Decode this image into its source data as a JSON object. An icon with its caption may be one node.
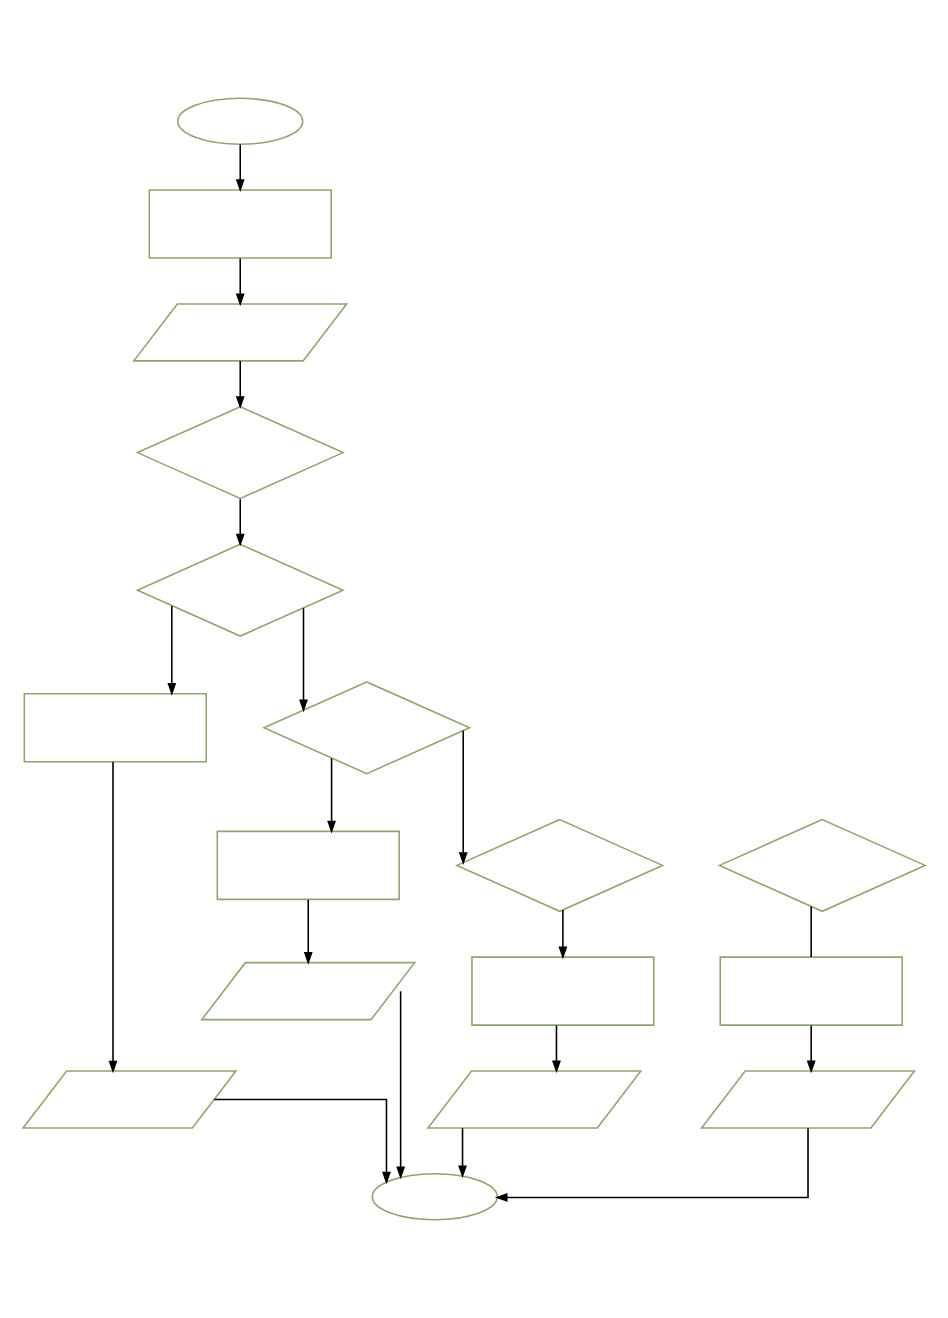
{
  "diagram": {
    "nodes": [
      {
        "text": [],
        "shape": "oval"
      },
      {
        "text": [],
        "shape": "box"
      },
      {
        "text": [],
        "shape": "parallelogram"
      },
      {
        "text": [],
        "shape": "diamond"
      },
      {
        "text": [],
        "shape": "diamond"
      },
      {
        "text": [],
        "shape": "box"
      },
      {
        "text": [],
        "shape": "parallelogram"
      },
      {
        "text": [],
        "shape": "diamond"
      },
      {
        "text": [],
        "shape": "diamond"
      },
      {
        "text": [],
        "shape": "box"
      },
      {
        "text": [],
        "shape": "parallelogram"
      },
      {
        "text": [],
        "shape": "diamond"
      },
      {
        "text": [],
        "shape": "box"
      },
      {
        "text": [],
        "shape": "parallelogram"
      },
      {
        "text": [],
        "shape": "box"
      },
      {
        "text": [],
        "shape": "parallelogram"
      },
      {
        "text": [],
        "shape": "oval"
      }
    ],
    "edges": [
      {
        "from": 0,
        "to": 1,
        "arrow": "to"
      },
      {
        "from": 1,
        "to": 2,
        "arrow": "to"
      },
      {
        "from": 2,
        "to": 3,
        "arrow": "to"
      },
      {
        "from": 3,
        "to": 4,
        "arrow": "to"
      },
      {
        "from": 4,
        "to": 5,
        "arrow": "to"
      },
      {
        "from": 5,
        "to": 6,
        "arrow": "to"
      },
      {
        "from": 4,
        "to": 8,
        "arrow": "to"
      },
      {
        "from": 8,
        "to": 9,
        "arrow": "to"
      },
      {
        "from": 9,
        "to": 10,
        "arrow": "to"
      },
      {
        "from": 8,
        "to": 11,
        "arrow": "to"
      },
      {
        "from": 11,
        "to": 12,
        "arrow": "to"
      },
      {
        "from": 12,
        "to": 13,
        "arrow": "to"
      },
      {
        "from": 7,
        "to": 14,
        "arrow": "none"
      },
      {
        "from": 14,
        "to": 15,
        "arrow": "to"
      },
      {
        "from": 6,
        "to": 16,
        "arrow": "to"
      },
      {
        "from": 10,
        "to": 16,
        "arrow": "to"
      },
      {
        "from": 13,
        "to": 16,
        "arrow": "to"
      },
      {
        "from": 15,
        "to": 16,
        "arrow": "to"
      }
    ]
  }
}
